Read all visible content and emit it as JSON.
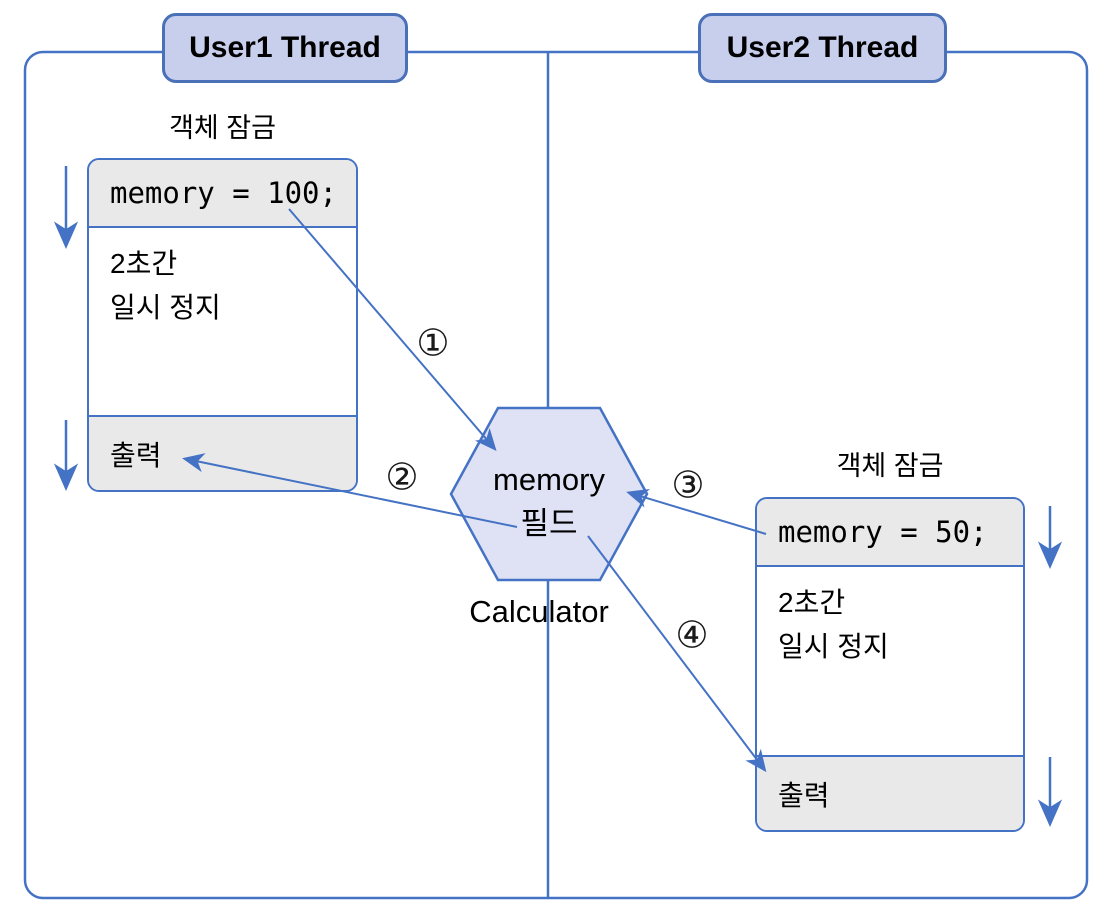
{
  "colors": {
    "accent_stroke": "#4472c4",
    "thread_box_fill": "#c8cfed",
    "thread_box_border": "#4a70b8",
    "hexagon_fill": "#dfe2f4",
    "row_fill": "#e9e9e9",
    "text": "#000000"
  },
  "user1": {
    "title": "User1 Thread",
    "lock_label": "객체 잠금",
    "code": "memory = 100;",
    "pause_line1": "2초간",
    "pause_line2": "일시 정지",
    "output_label": "출력"
  },
  "user2": {
    "title": "User2 Thread",
    "lock_label": "객체 잠금",
    "code": "memory = 50;",
    "pause_line1": "2초간",
    "pause_line2": "일시 정지",
    "output_label": "출력"
  },
  "shared": {
    "field_line1": "memory",
    "field_line2": "필드",
    "class_label": "Calculator"
  },
  "steps": {
    "s1": "①",
    "s2": "②",
    "s3": "③",
    "s4": "④"
  }
}
